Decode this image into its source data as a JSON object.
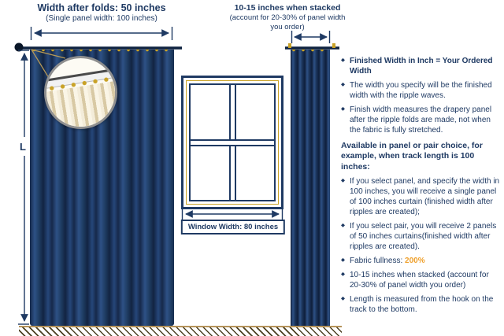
{
  "colors": {
    "navy": "#1f3a63",
    "curtain_navy": "#203f66",
    "gold": "#c9a227",
    "orange": "#efa12d"
  },
  "diagram": {
    "width_title": "Width after folds: 50 inches",
    "width_sub": "(Single panel width: 100 inches)",
    "stacked_title": "10-15 inches when stacked",
    "stacked_sub": "(account for 20-30% of panel width you order)",
    "length_label": "L",
    "window_width": "Window Width: 80 inches"
  },
  "info": {
    "bullet": "◆",
    "item_finished": "Finished Width in Inch = Your Ordered Width",
    "item_specify": "The width you specify will be the finished width with the ripple waves.",
    "item_measure": "Finish width measures the drapery panel after the ripple folds are made, not when the fabric is fully stretched.",
    "heading_choice": "Available in panel or pair choice, for example, when track length is 100 inches:",
    "item_panel": "If you select panel, and specify the width in 100 inches, you will receive a single panel of 100 inches curtain (finished width after ripples are created);",
    "item_pair": "If you select pair, you will receive 2 panels of 50 inches curtains(finished width after ripples are created).",
    "fullness_label": "Fabric fullness: ",
    "fullness_value": "200%",
    "item_stacked": "10-15 inches when stacked (account for 20-30% of panel width you order)",
    "item_length": "Length is measured from the hook on the track to the bottom."
  }
}
